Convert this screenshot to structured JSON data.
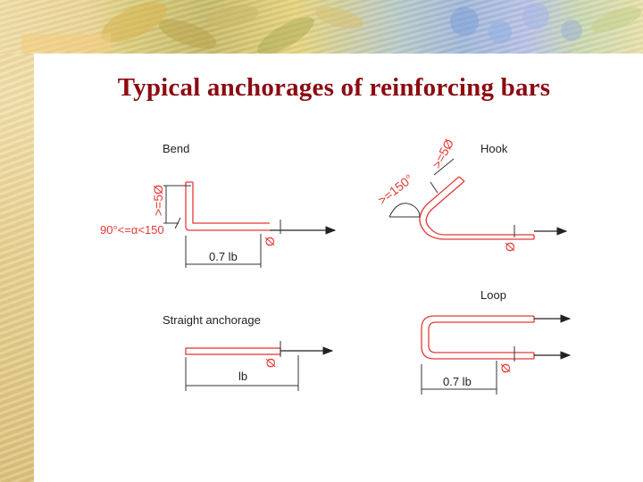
{
  "slide": {
    "title": "Typical anchorages of reinforcing bars"
  },
  "colors": {
    "title": "#8b0b12",
    "bar_outline": "#e53935",
    "red_labels": "#e53935",
    "dimension_lines": "#333333",
    "parchment": "#e8cf8e"
  },
  "figure": {
    "bend": {
      "title": "Bend",
      "leg_length": ">=5Ø",
      "angle": "90°<=α<150",
      "length": "0.7 lb",
      "diameter": "Ø"
    },
    "hook": {
      "title": "Hook",
      "angle": ">=150°",
      "leg_length": ">=5Ø",
      "diameter": "Ø"
    },
    "straight": {
      "title": "Straight anchorage",
      "length": "lb",
      "diameter": "Ø"
    },
    "loop": {
      "title": "Loop",
      "length": "0.7 lb",
      "diameter": "Ø"
    }
  }
}
